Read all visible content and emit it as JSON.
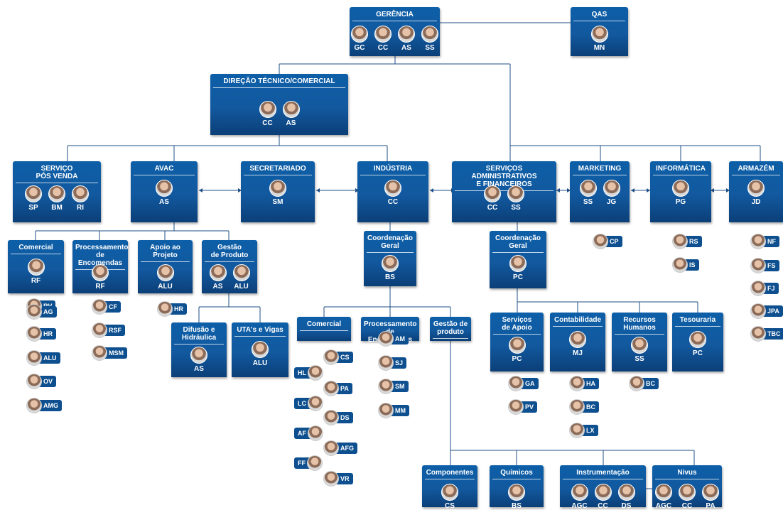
{
  "units": [
    {
      "id": "gerencia",
      "title": "GERÊNCIA",
      "members": [
        "GC",
        "CC",
        "AS",
        "SS"
      ]
    },
    {
      "id": "qas",
      "title": "QAS",
      "members": [
        "MN"
      ]
    },
    {
      "id": "direcao",
      "title": "DIREÇÃO TÉCNICO/COMERCIAL",
      "members": [
        "CC",
        "AS"
      ]
    },
    {
      "id": "spv",
      "title": "SERVIÇO\nPÓS VENDA",
      "members": [
        "SP",
        "BM",
        "RI"
      ]
    },
    {
      "id": "avac",
      "title": "AVAC",
      "members": [
        "AS"
      ]
    },
    {
      "id": "secretariado",
      "title": "SECRETARIADO",
      "members": [
        "SM"
      ]
    },
    {
      "id": "industria",
      "title": "INDÚSTRIA",
      "members": [
        "CC"
      ]
    },
    {
      "id": "saf",
      "title": "SERVIÇOS ADMINISTRATIVOS\nE FINANCEIROS",
      "members": [
        "CC",
        "SS"
      ]
    },
    {
      "id": "marketing",
      "title": "MARKETING",
      "members": [
        "SS",
        "JG"
      ]
    },
    {
      "id": "informatica",
      "title": "INFORMÁTICA",
      "members": [
        "PG"
      ]
    },
    {
      "id": "armazem",
      "title": "ARMAZÉM",
      "members": [
        "JD"
      ]
    },
    {
      "id": "comercial-avac",
      "title": "Comercial",
      "members": [
        "RF"
      ]
    },
    {
      "id": "proc-avac",
      "title": "Processamento\nde Encomendas",
      "members": [
        "RF"
      ]
    },
    {
      "id": "apoio-projeto",
      "title": "Apoio ao\nProjeto",
      "members": [
        "ALU"
      ]
    },
    {
      "id": "gestao-avac",
      "title": "Gestão\nde Produto",
      "members": [
        "AS",
        "ALU"
      ]
    },
    {
      "id": "difusao",
      "title": "Difusão e\nHidráulica",
      "members": [
        "AS"
      ]
    },
    {
      "id": "utas",
      "title": "UTA's e Vigas",
      "members": [
        "ALU"
      ]
    },
    {
      "id": "coord-ind",
      "title": "Coordenação\nGeral",
      "members": [
        "BS"
      ]
    },
    {
      "id": "coord-saf",
      "title": "Coordenação\nGeral",
      "members": [
        "PC"
      ]
    },
    {
      "id": "comercial-ind",
      "title": "Comercial",
      "members": []
    },
    {
      "id": "proc-ind",
      "title": "Processamento\nde Encomendas",
      "members": []
    },
    {
      "id": "gestao-ind",
      "title": "Gestão de\nproduto",
      "members": []
    },
    {
      "id": "servicos-apoio",
      "title": "Serviços\nde Apoio",
      "members": [
        "PC"
      ]
    },
    {
      "id": "contabilidade",
      "title": "Contabilidade",
      "members": [
        "MJ"
      ]
    },
    {
      "id": "rh",
      "title": "Recursos\nHumanos",
      "members": [
        "SS"
      ]
    },
    {
      "id": "tesouraria",
      "title": "Tesouraria",
      "members": [
        "PC"
      ]
    },
    {
      "id": "componentes",
      "title": "Componentes",
      "members": [
        "CS"
      ]
    },
    {
      "id": "quimicos",
      "title": "Químicos",
      "members": [
        "BS"
      ]
    },
    {
      "id": "instrumentacao",
      "title": "Instrumentação",
      "members": [
        "AGC",
        "CC",
        "DS"
      ]
    },
    {
      "id": "nivus",
      "title": "Nivus",
      "members": [
        "AGC",
        "CC",
        "PA"
      ]
    }
  ],
  "people": [
    {
      "id": "p1",
      "label": "RV"
    },
    {
      "id": "p2",
      "label": "AG"
    },
    {
      "id": "p3",
      "label": "HR"
    },
    {
      "id": "p4",
      "label": "ALU"
    },
    {
      "id": "p5",
      "label": "OV"
    },
    {
      "id": "p6",
      "label": "AMG"
    },
    {
      "id": "p7",
      "label": "CF"
    },
    {
      "id": "p8",
      "label": "RSF"
    },
    {
      "id": "p9",
      "label": "MSM"
    },
    {
      "id": "p10",
      "label": "HR"
    },
    {
      "id": "p11",
      "label": "CS"
    },
    {
      "id": "p12",
      "label": "HL"
    },
    {
      "id": "p13",
      "label": "PA"
    },
    {
      "id": "p14",
      "label": "LC"
    },
    {
      "id": "p15",
      "label": "DS"
    },
    {
      "id": "p16",
      "label": "AF"
    },
    {
      "id": "p17",
      "label": "AFG"
    },
    {
      "id": "p18",
      "label": "FF"
    },
    {
      "id": "p19",
      "label": "VR"
    },
    {
      "id": "p20",
      "label": "AM"
    },
    {
      "id": "p21",
      "label": "SJ"
    },
    {
      "id": "p22",
      "label": "SM"
    },
    {
      "id": "p23",
      "label": "MM"
    },
    {
      "id": "p24",
      "label": "GA"
    },
    {
      "id": "p25",
      "label": "PV"
    },
    {
      "id": "p26",
      "label": "HA"
    },
    {
      "id": "p27",
      "label": "BC"
    },
    {
      "id": "p28",
      "label": "LX"
    },
    {
      "id": "p29",
      "label": "BC"
    },
    {
      "id": "p30",
      "label": "CP"
    },
    {
      "id": "p31",
      "label": "RS"
    },
    {
      "id": "p32",
      "label": "IS"
    },
    {
      "id": "p33",
      "label": "NF"
    },
    {
      "id": "p34",
      "label": "FS"
    },
    {
      "id": "p35",
      "label": "FJ"
    },
    {
      "id": "p36",
      "label": "JPA"
    },
    {
      "id": "p37",
      "label": "TBC"
    }
  ]
}
